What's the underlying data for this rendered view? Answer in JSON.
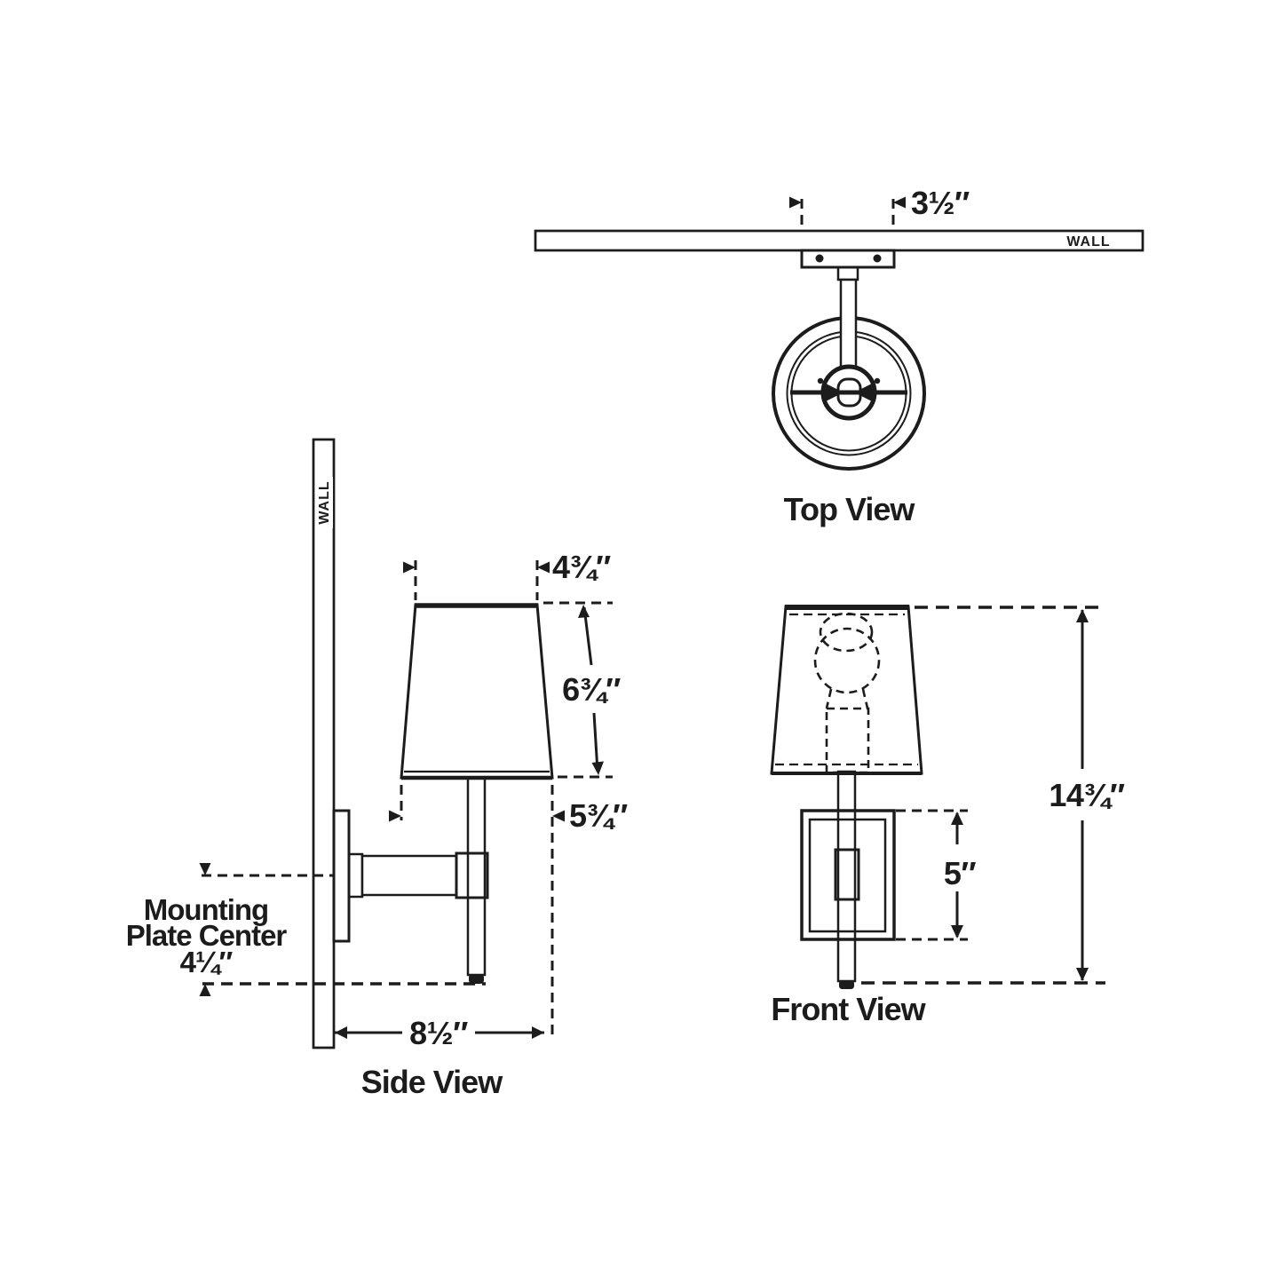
{
  "document": {
    "type": "lighting-fixture-specification-drawing",
    "colors": {
      "ink": "#1c1c1c",
      "background": "#ffffff"
    }
  },
  "views": {
    "top": {
      "label": "Top View",
      "wall_label": "WALL",
      "dims": {
        "backplate_width": "3½″"
      }
    },
    "side": {
      "label": "Side View",
      "wall_label": "WALL",
      "dims": {
        "shade_top_width": "4¾″",
        "shade_slant_height": "6¾″",
        "shade_bottom_width": "5¾″",
        "projection": "8½″",
        "mounting_note": [
          "Mounting",
          "Plate Center",
          "4¼″"
        ]
      }
    },
    "front": {
      "label": "Front View",
      "dims": {
        "backplate_height": "5″",
        "overall_height": "14¾″"
      }
    }
  }
}
